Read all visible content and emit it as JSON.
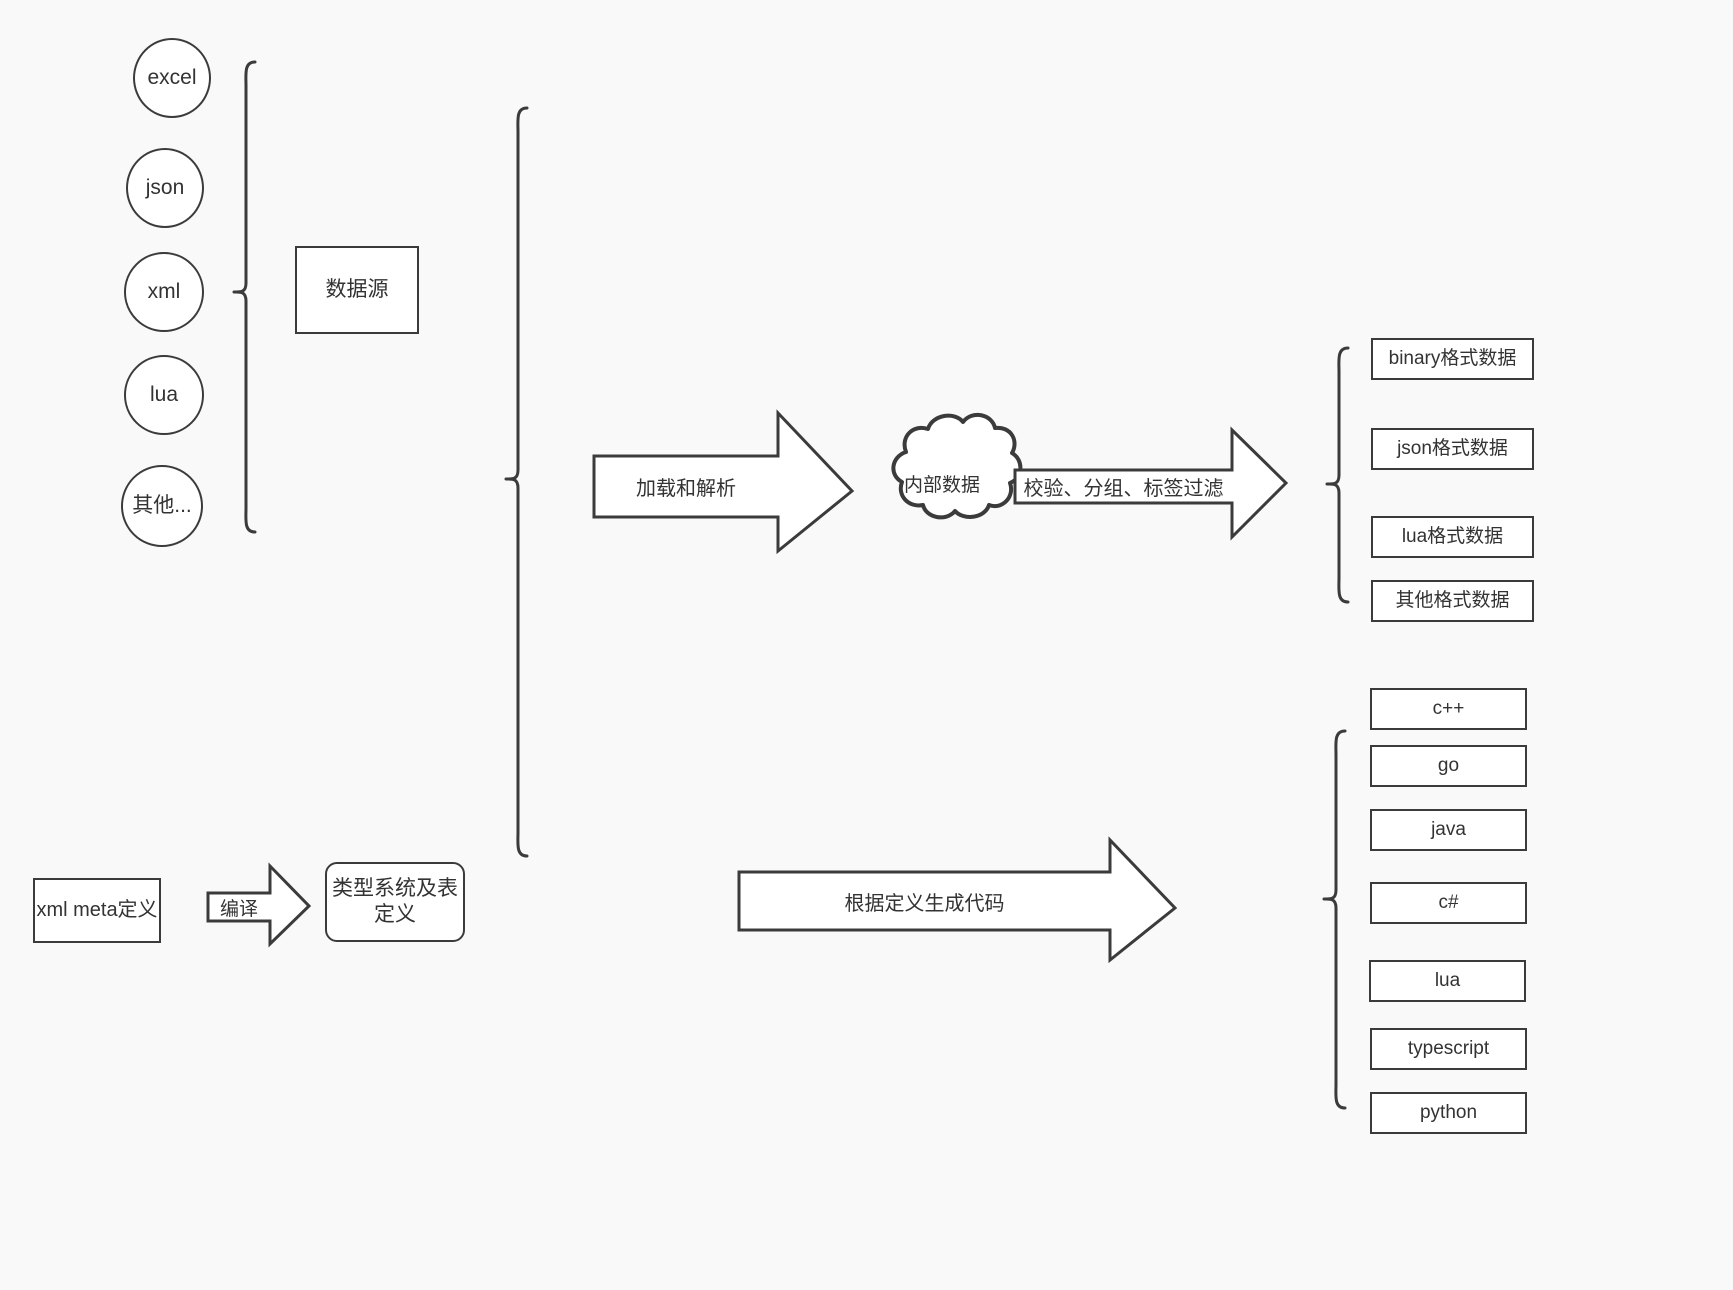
{
  "diagram": {
    "background_color": "#f9f9f9",
    "stroke_color": "#3b3b3b",
    "fill_color": "#ffffff",
    "text_color": "#333333",
    "sources": {
      "group_label": "数据源",
      "items": [
        {
          "label": "excel"
        },
        {
          "label": "json"
        },
        {
          "label": "xml"
        },
        {
          "label": "lua"
        },
        {
          "label": "其他..."
        }
      ]
    },
    "meta": {
      "definition_label": "xml meta定义",
      "compile_label": "编译",
      "type_system_label": "类型系统及表\n定义"
    },
    "pipeline": {
      "load_parse_label": "加载和解析",
      "internal_data_label": "内部数据",
      "filter_label": "校验、分组、标签过滤",
      "codegen_label": "根据定义生成代码"
    },
    "outputs": {
      "data_formats": [
        {
          "label": "binary格式数据"
        },
        {
          "label": "json格式数据"
        },
        {
          "label": "lua格式数据"
        },
        {
          "label": "其他格式数据"
        }
      ],
      "languages": [
        {
          "label": "c++"
        },
        {
          "label": "go"
        },
        {
          "label": "java"
        },
        {
          "label": "c#"
        },
        {
          "label": "lua"
        },
        {
          "label": "typescript"
        },
        {
          "label": "python"
        }
      ]
    }
  }
}
